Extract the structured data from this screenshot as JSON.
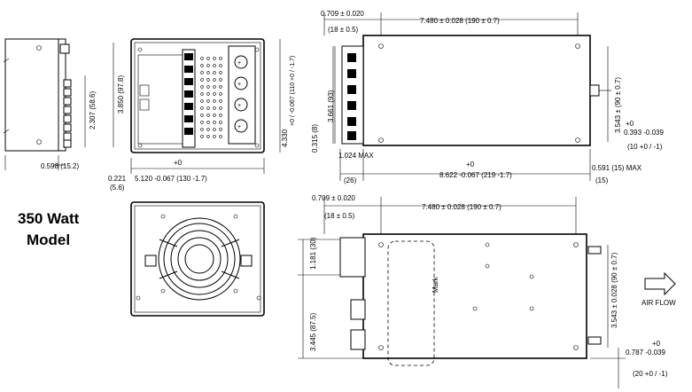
{
  "title": {
    "line1": "350 Watt",
    "line2": "Model"
  },
  "side_view": {
    "bottom_dim": "0.598 (15.2)",
    "height_dim": "2.307 (58.6)"
  },
  "front_view": {
    "width_dim": "3.850 (97.8)",
    "height_dim_main": "4.330",
    "height_dim_tol": "+0 / -0.067 (110 +0 / -1.7)",
    "bottom_dim_a": "0.221",
    "bottom_dim_b": "(5.6)",
    "bottom_dim_main": "5.120 -0.067 (130 -1.7)",
    "bottom_dim_plus": "+0"
  },
  "top_view": {
    "edge_dim": "0.709 ± 0.020",
    "edge_dim_mm": "(18 ± 0.5)",
    "hole_dim": "7.480 ± 0.028 (190 ± 0.7)",
    "inner_height": "3.661 (93)",
    "left_height": "0.315 (8)",
    "right_height": "3.543 ± (90 ± 0.7)",
    "terminal_dim": "1.024 MAX",
    "terminal_mm": "(26)",
    "length_dim": "8.622 -0.067 (219 -1.7)",
    "length_plus": "+0",
    "side_dim": "0.591 (15) MAX",
    "side_mm": "(15)",
    "tol_main": "0.393 -0.039",
    "tol_plus": "+0",
    "tol_mm": "(10 +0 / -1)"
  },
  "bottom_view": {
    "edge_dim": "0.709 ± 0.020",
    "edge_dim_mm": "(18 ± 0.5)",
    "hole_dim": "7.480 ± 0.028 (190 ± 0.7)",
    "upper_dim": "1.181 (30)",
    "lower_dim": "3.445 (87.5)",
    "right_dim": "3.543 ± 0.028 (90 ± 0.7)",
    "airflow": "AIR FLOW",
    "tol_main": "0.787 -0.039",
    "tol_plus": "+0",
    "tol_mm": "(20 +0 / -1)",
    "label": "Mark"
  }
}
